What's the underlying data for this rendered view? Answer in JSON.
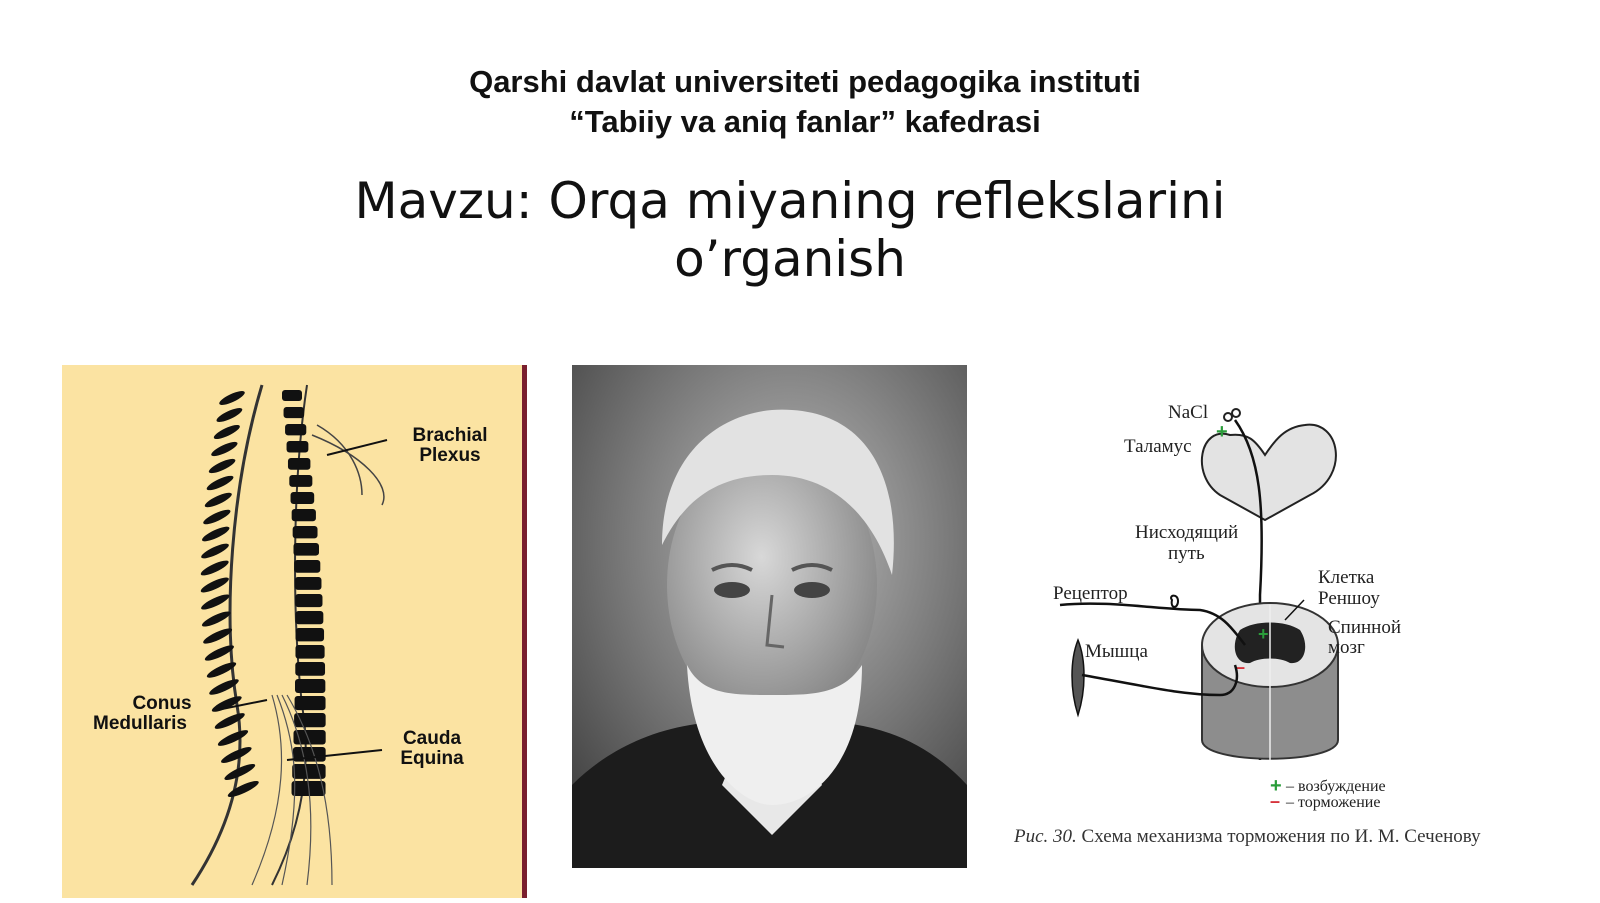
{
  "header": {
    "line1": "Qarshi davlat universiteti pedagogika instituti",
    "line2": "“Tabiiy va aniq fanlar” kafedrasi"
  },
  "title": {
    "line1": "Mavzu: Orqa miyaning reflekslarini",
    "line2": "o’rganish"
  },
  "spine_figure": {
    "brachial_1": "Brachial",
    "brachial_2": "Plexus",
    "conus_1": "Conus",
    "conus_2": "Medullaris",
    "cauda_1": "Cauda",
    "cauda_2": "Equina",
    "background_color": "#fbe3a2",
    "border_color": "#7a1f2e"
  },
  "scheme_figure": {
    "nacl": "NaCl",
    "thalamus": "Таламус",
    "descending_1": "Нисходящий",
    "descending_2": "путь",
    "receptor": "Рецептор",
    "renshaw_1": "Клетка",
    "renshaw_2": "Реншоу",
    "spinal_1": "Спинной",
    "spinal_2": "мозг",
    "muscle": "Мышца",
    "legend_plus_sign": "+",
    "legend_plus": "– возбуждение",
    "legend_minus_sign": "–",
    "legend_minus": "– торможение",
    "caption_italic": "Рис. 30.",
    "caption_text": " Схема механизма торможения по И. М. Сеченову",
    "plus_color": "#2a9d3a",
    "minus_color": "#d6323a"
  }
}
